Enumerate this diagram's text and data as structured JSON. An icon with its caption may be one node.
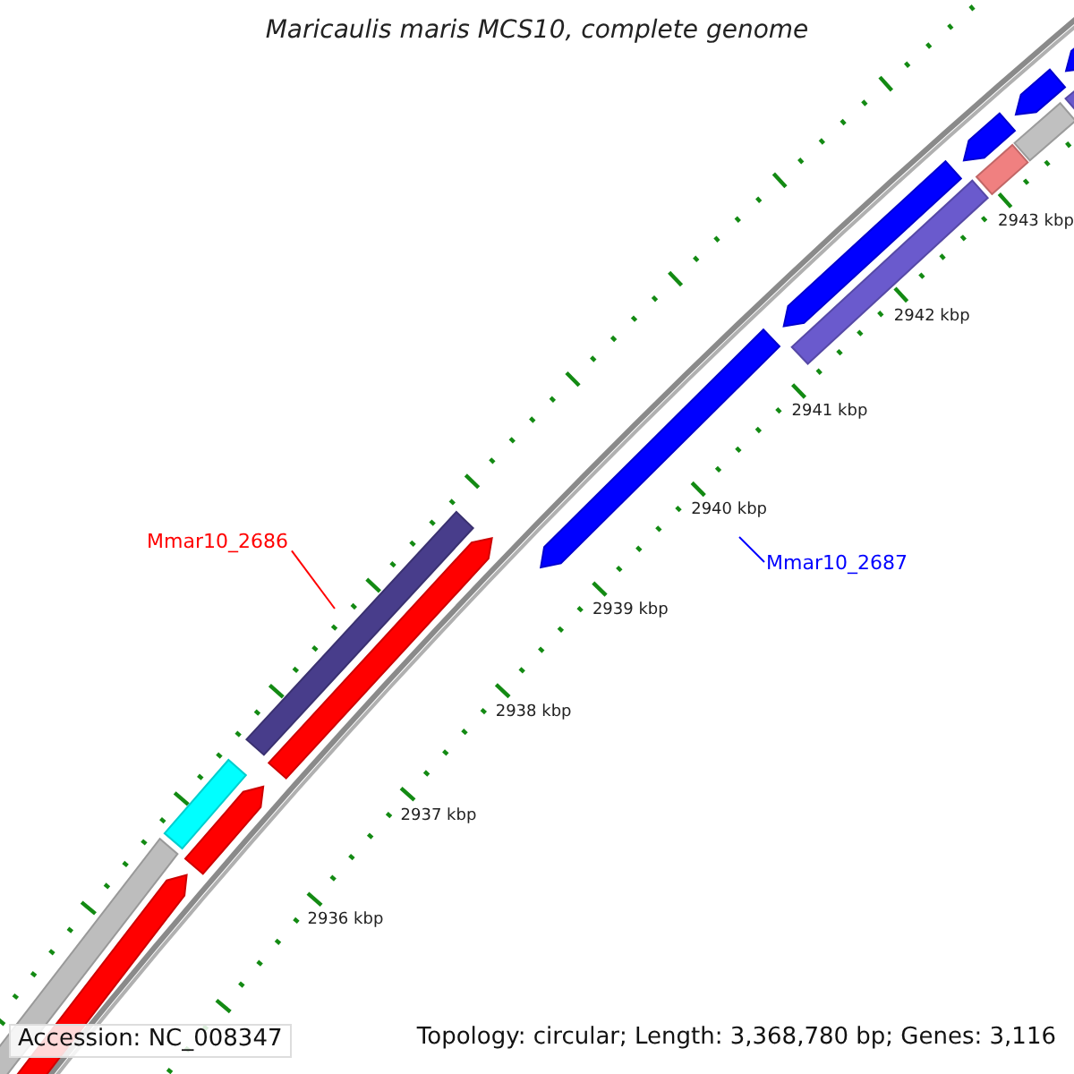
{
  "diagram": {
    "title": "Maricaulis maris MCS10, complete genome",
    "nodes": [
      {
        "text": [
          "Mmar10_2686"
        ]
      },
      {
        "text": [
          "Mmar10_2687"
        ]
      }
    ],
    "edges": [
      {
        "from": 0,
        "to": null,
        "arrow": "none",
        "color": "#ff0000"
      },
      {
        "from": 1,
        "to": null,
        "arrow": "none",
        "color": "#0000ff"
      }
    ],
    "labels": [
      "2943 kbp",
      "2942 kbp",
      "2941 kbp",
      "2940 kbp",
      "2939 kbp",
      "2938 kbp",
      "2937 kbp",
      "2936 kbp",
      "Accession: NC_008347",
      "Topology: circular; Length: 3,368,780 bp; Genes: 3,116"
    ]
  }
}
